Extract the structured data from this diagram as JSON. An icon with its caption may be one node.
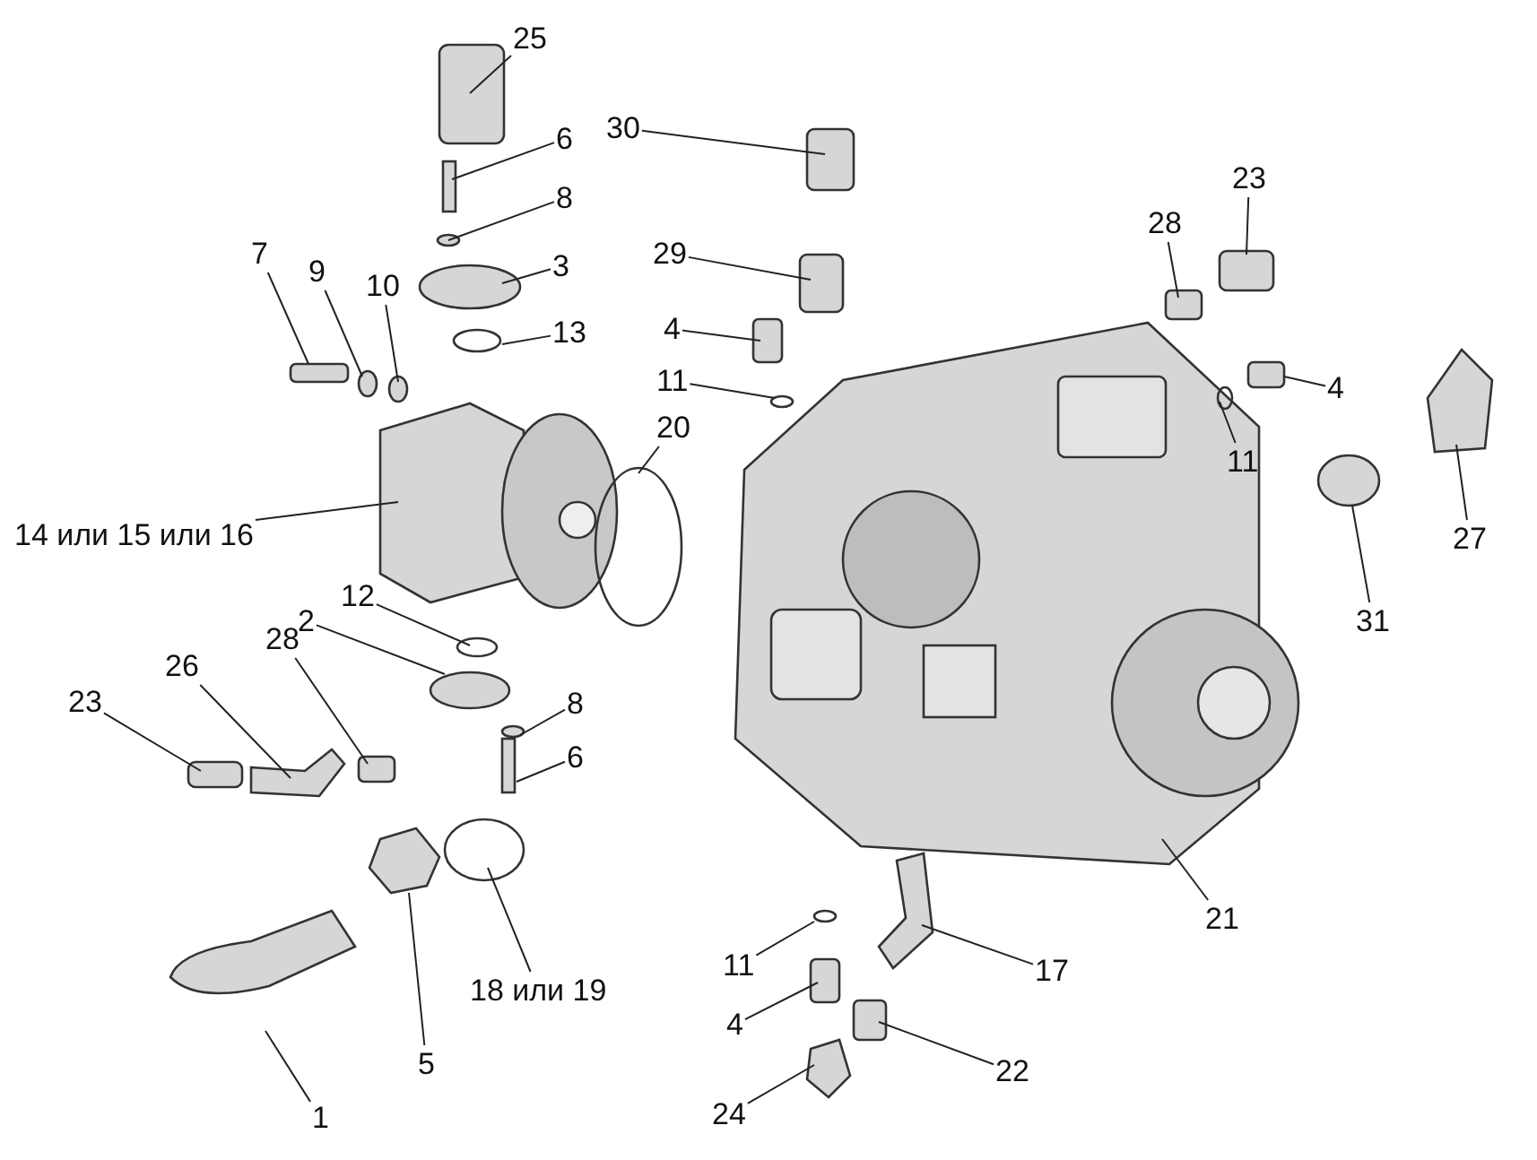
{
  "diagram": {
    "nodes": [
      {
        "text": [
          "25"
        ]
      },
      {
        "text": [
          "6"
        ]
      },
      {
        "text": [
          "8"
        ]
      },
      {
        "text": [
          "3"
        ]
      },
      {
        "text": [
          "7"
        ]
      },
      {
        "text": [
          "9"
        ]
      },
      {
        "text": [
          "10"
        ]
      },
      {
        "text": [
          "13"
        ]
      },
      {
        "text": [
          "30"
        ]
      },
      {
        "text": [
          "29"
        ]
      },
      {
        "text": [
          "28"
        ]
      },
      {
        "text": [
          "23"
        ]
      },
      {
        "text": [
          "4"
        ]
      },
      {
        "text": [
          "11"
        ]
      },
      {
        "text": [
          "20"
        ]
      },
      {
        "text": [
          "4"
        ]
      },
      {
        "text": [
          "11"
        ]
      },
      {
        "text": [
          "14 или 15 или 16"
        ]
      },
      {
        "text": [
          "27"
        ]
      },
      {
        "text": [
          "31"
        ]
      },
      {
        "text": [
          "12"
        ]
      },
      {
        "text": [
          "2"
        ]
      },
      {
        "text": [
          "28"
        ]
      },
      {
        "text": [
          "26"
        ]
      },
      {
        "text": [
          "23"
        ]
      },
      {
        "text": [
          "8"
        ]
      },
      {
        "text": [
          "6"
        ]
      },
      {
        "text": [
          "21"
        ]
      },
      {
        "text": [
          "18 или 19"
        ]
      },
      {
        "text": [
          "11"
        ]
      },
      {
        "text": [
          "17"
        ]
      },
      {
        "text": [
          "4"
        ]
      },
      {
        "text": [
          "22"
        ]
      },
      {
        "text": [
          "5"
        ]
      },
      {
        "text": [
          "1"
        ]
      },
      {
        "text": [
          "24"
        ]
      }
    ],
    "edges": [
      {
        "from": 0,
        "to": null,
        "arrow": "none"
      },
      {
        "from": 1,
        "to": null,
        "arrow": "none"
      },
      {
        "from": 2,
        "to": null,
        "arrow": "none"
      },
      {
        "from": 3,
        "to": null,
        "arrow": "none"
      },
      {
        "from": 4,
        "to": null,
        "arrow": "none"
      },
      {
        "from": 5,
        "to": null,
        "arrow": "none"
      },
      {
        "from": 6,
        "to": null,
        "arrow": "none"
      },
      {
        "from": 7,
        "to": null,
        "arrow": "none"
      },
      {
        "from": 8,
        "to": null,
        "arrow": "none"
      },
      {
        "from": 9,
        "to": null,
        "arrow": "none"
      },
      {
        "from": 10,
        "to": null,
        "arrow": "none"
      },
      {
        "from": 11,
        "to": null,
        "arrow": "none"
      },
      {
        "from": 12,
        "to": null,
        "arrow": "none"
      },
      {
        "from": 13,
        "to": null,
        "arrow": "none"
      },
      {
        "from": 14,
        "to": null,
        "arrow": "none"
      },
      {
        "from": 15,
        "to": null,
        "arrow": "none"
      },
      {
        "from": 16,
        "to": null,
        "arrow": "none"
      },
      {
        "from": 17,
        "to": null,
        "arrow": "none"
      },
      {
        "from": 18,
        "to": null,
        "arrow": "none"
      },
      {
        "from": 19,
        "to": null,
        "arrow": "none"
      },
      {
        "from": 20,
        "to": null,
        "arrow": "none"
      },
      {
        "from": 21,
        "to": null,
        "arrow": "none"
      },
      {
        "from": 22,
        "to": null,
        "arrow": "none"
      },
      {
        "from": 23,
        "to": null,
        "arrow": "none"
      },
      {
        "from": 24,
        "to": null,
        "arrow": "none"
      },
      {
        "from": 25,
        "to": null,
        "arrow": "none"
      },
      {
        "from": 26,
        "to": null,
        "arrow": "none"
      },
      {
        "from": 27,
        "to": null,
        "arrow": "none"
      },
      {
        "from": 28,
        "to": null,
        "arrow": "none"
      },
      {
        "from": 29,
        "to": null,
        "arrow": "none"
      },
      {
        "from": 30,
        "to": null,
        "arrow": "none"
      },
      {
        "from": 31,
        "to": null,
        "arrow": "none"
      },
      {
        "from": 32,
        "to": null,
        "arrow": "none"
      },
      {
        "from": 33,
        "to": null,
        "arrow": "none"
      },
      {
        "from": 34,
        "to": null,
        "arrow": "none"
      },
      {
        "from": 35,
        "to": null,
        "arrow": "none"
      }
    ]
  }
}
